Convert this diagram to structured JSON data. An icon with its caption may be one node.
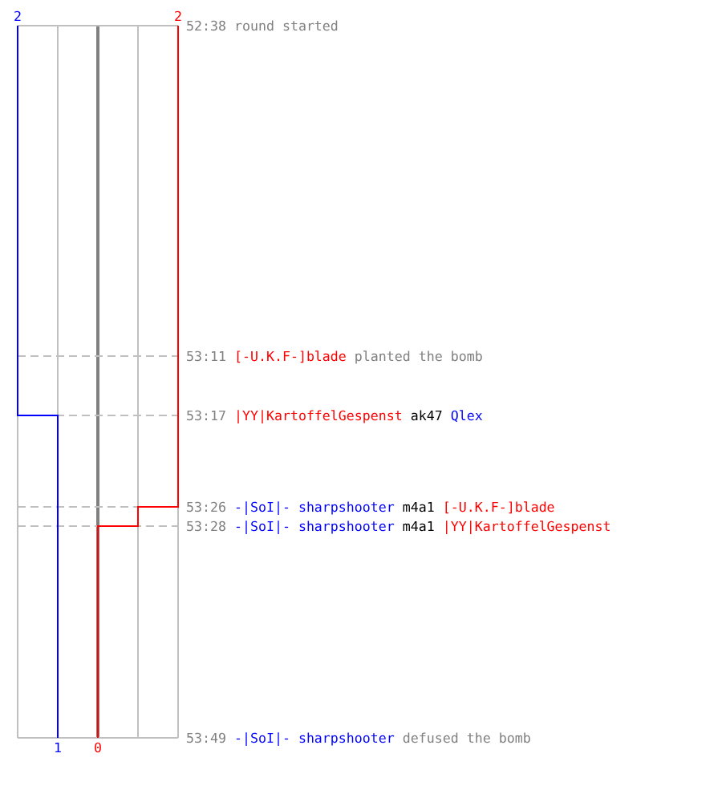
{
  "diagram": {
    "labels": [
      "2",
      "2",
      "52:38",
      "round started",
      "53:11",
      "[-U.K.F-]blade",
      "planted the bomb",
      "53:17",
      "|YY|KartoffelGespenst",
      "ak47",
      "Qlex",
      "53:26",
      "-|SoI|- sharpshooter",
      "m4a1",
      "[-U.K.F-]blade",
      "53:28",
      "-|SoI|- sharpshooter",
      "m4a1",
      "|YY|KartoffelGespenst",
      "53:49",
      "-|SoI|- sharpshooter",
      "defused the bomb",
      "1",
      "0"
    ]
  }
}
